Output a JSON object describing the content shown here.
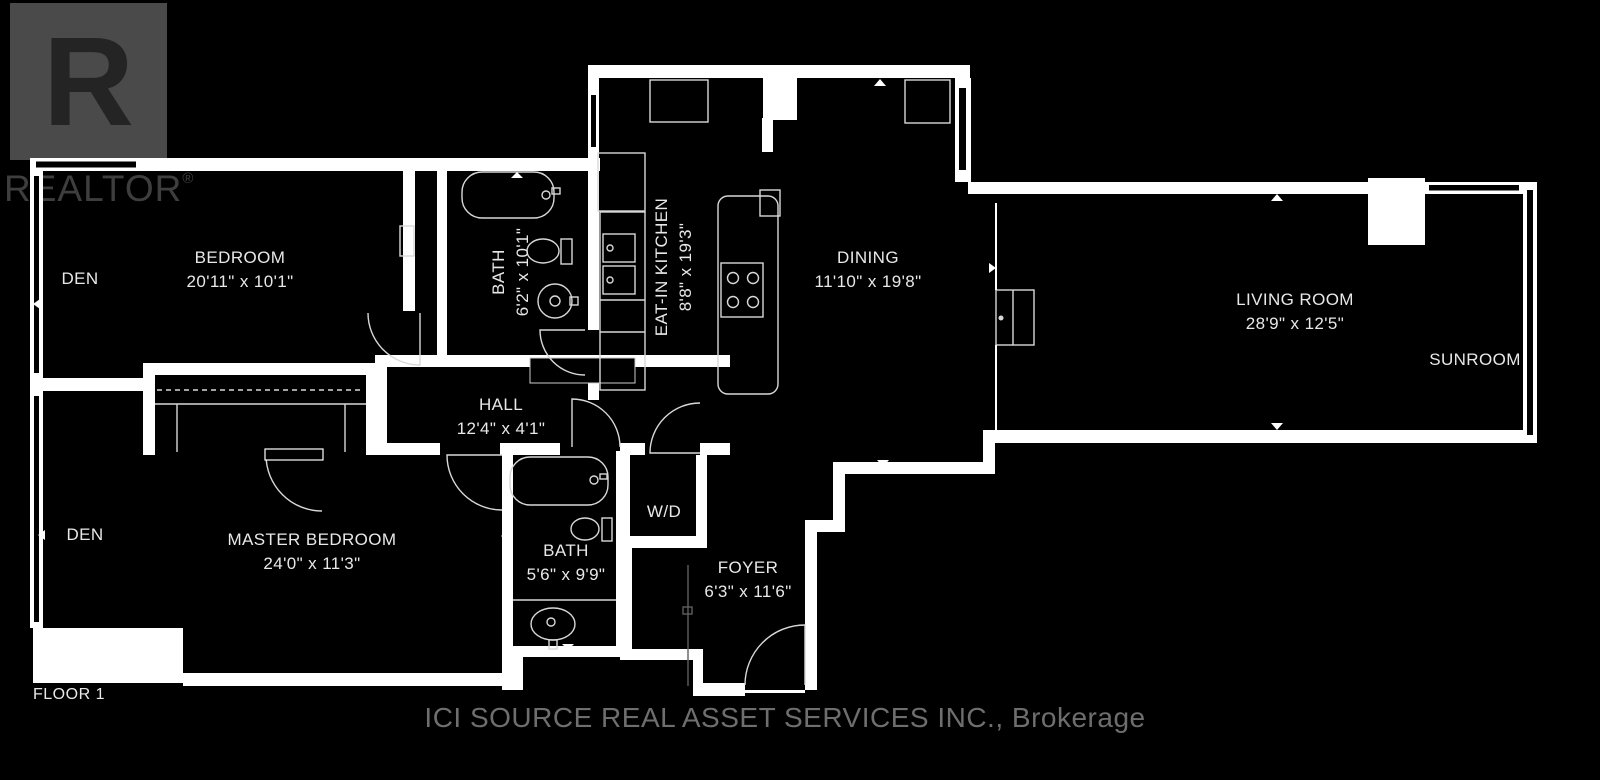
{
  "watermark": {
    "letter": "R",
    "brand": "REALTOR",
    "registered": "®"
  },
  "rooms": {
    "den_upper": {
      "name": "DEN"
    },
    "bedroom": {
      "name": "BEDROOM",
      "dims": "20'11\" x 10'1\""
    },
    "bath_upper": {
      "name": "BATH",
      "dims": "6'2\" x 10'1\""
    },
    "kitchen": {
      "name": "EAT-IN KITCHEN",
      "dims": "8'8\" x 19'3\""
    },
    "dining": {
      "name": "DINING",
      "dims": "11'10\" x 19'8\""
    },
    "living": {
      "name": "LIVING ROOM",
      "dims": "28'9\" x 12'5\""
    },
    "sunroom": {
      "name": "SUNROOM"
    },
    "hall": {
      "name": "HALL",
      "dims": "12'4\" x 4'1\""
    },
    "master": {
      "name": "MASTER BEDROOM",
      "dims": "24'0\" x 11'3\""
    },
    "den_lower": {
      "name": "DEN"
    },
    "bath_lower": {
      "name": "BATH",
      "dims": "5'6\" x 9'9\""
    },
    "laundry": {
      "name": "W/D"
    },
    "foyer": {
      "name": "FOYER",
      "dims": "6'3\" x 11'6\""
    }
  },
  "footer": {
    "floor_label": "FLOOR 1",
    "brokerage": "ICI SOURCE REAL ASSET SERVICES INC., Brokerage"
  },
  "colors": {
    "background": "#000000",
    "wall": "#ffffff",
    "label": "#e8e8e8",
    "fixture": "#d8d8d8",
    "watermark_box": "#4a4a4a",
    "watermark_letter": "#242424",
    "watermark_text": "#3e3e3e",
    "brokerage_text": "#6e6e6e"
  }
}
